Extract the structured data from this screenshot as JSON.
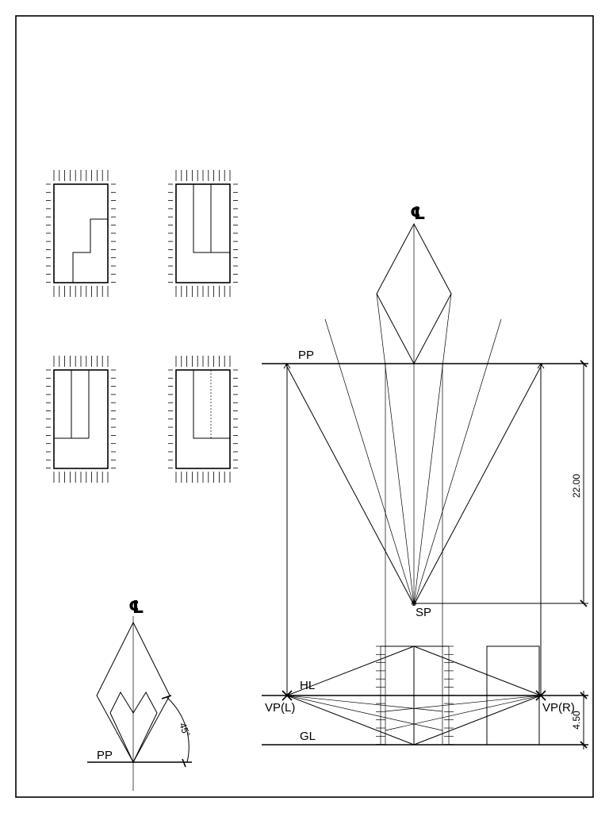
{
  "labels": {
    "centerline": "℄",
    "picture_plane": "PP",
    "horizon_line": "HL",
    "ground_line": "GL",
    "station_point": "SP",
    "vanishing_point_left": "VP(L)",
    "vanishing_point_right": "VP(R)"
  },
  "dimensions": {
    "pp_to_sp": "22.00",
    "gl_to_hl": "4.50",
    "angle": "45°"
  }
}
